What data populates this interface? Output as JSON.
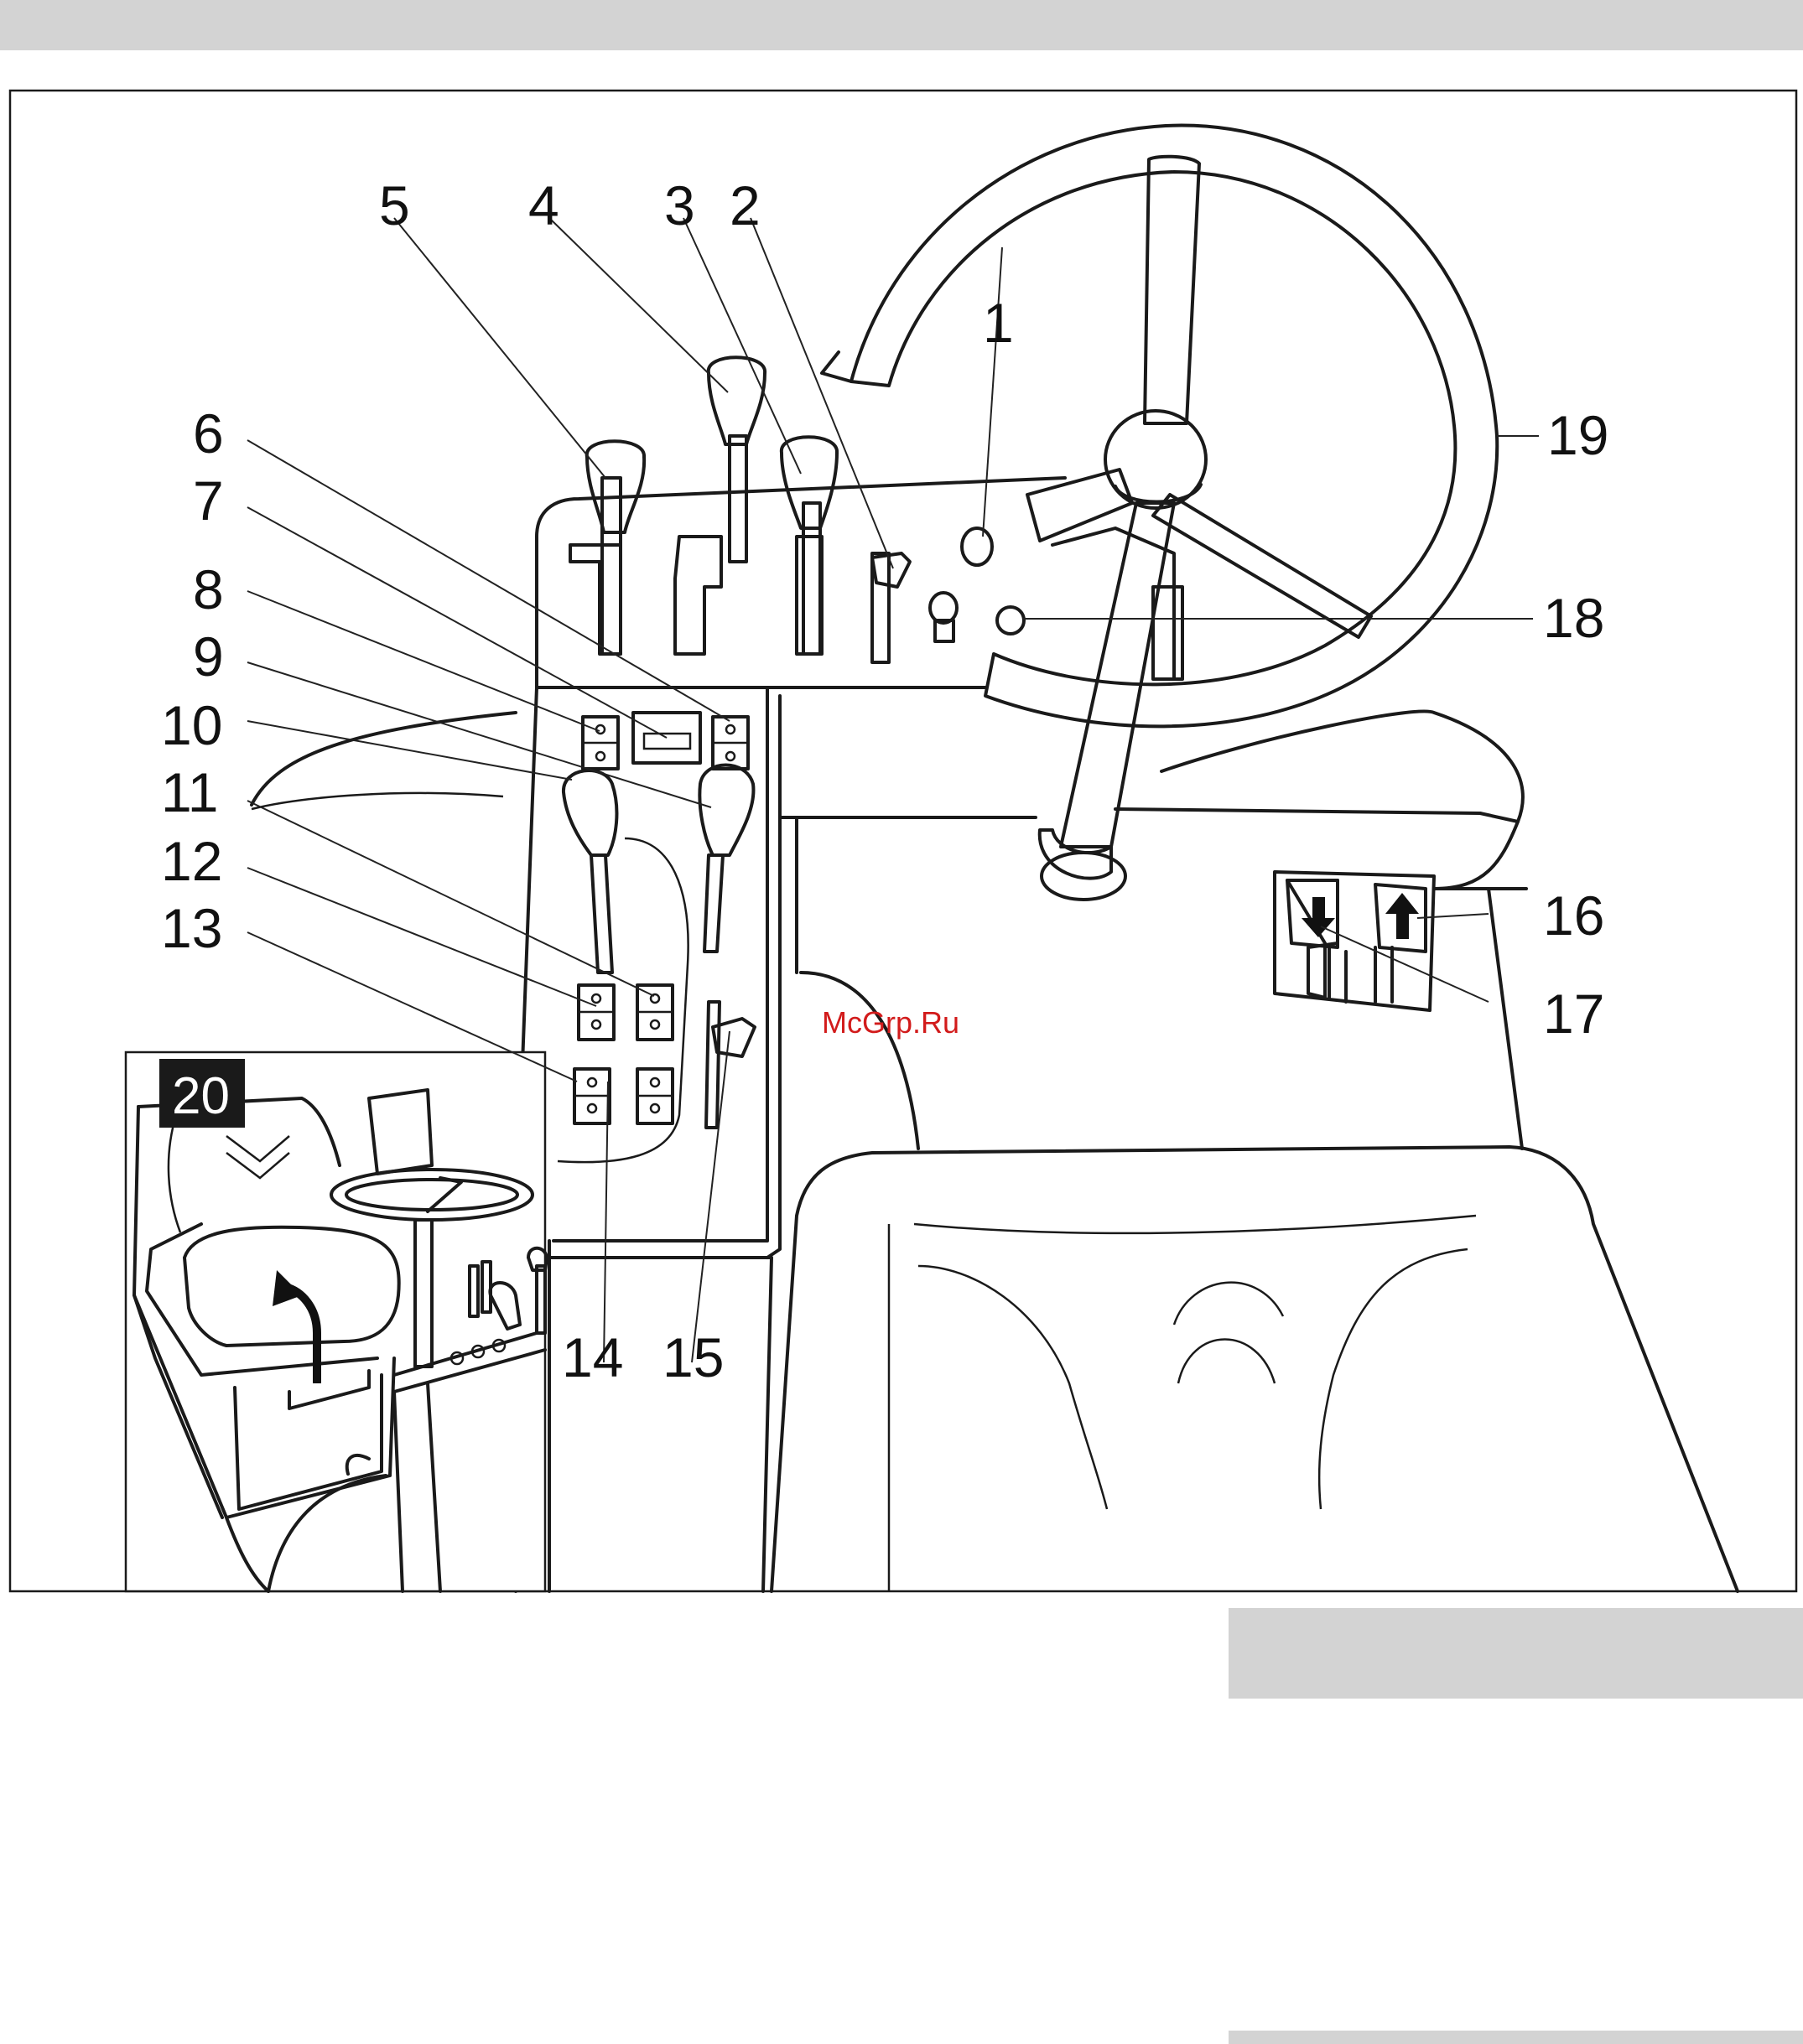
{
  "watermark": "McGrp.Ru",
  "inset": {
    "number": "20"
  },
  "callouts": [
    {
      "id": "1",
      "label": "1"
    },
    {
      "id": "2",
      "label": "2"
    },
    {
      "id": "3",
      "label": "3"
    },
    {
      "id": "4",
      "label": "4"
    },
    {
      "id": "5",
      "label": "5"
    },
    {
      "id": "6",
      "label": "6"
    },
    {
      "id": "7",
      "label": "7"
    },
    {
      "id": "8",
      "label": "8"
    },
    {
      "id": "9",
      "label": "9"
    },
    {
      "id": "10",
      "label": "10"
    },
    {
      "id": "11",
      "label": "11"
    },
    {
      "id": "12",
      "label": "12"
    },
    {
      "id": "13",
      "label": "13"
    },
    {
      "id": "14",
      "label": "14"
    },
    {
      "id": "15",
      "label": "15"
    },
    {
      "id": "16",
      "label": "16"
    },
    {
      "id": "17",
      "label": "17"
    },
    {
      "id": "18",
      "label": "18"
    },
    {
      "id": "19",
      "label": "19"
    }
  ],
  "colors": {
    "knob_grey": "#a9a9a9",
    "knob_light": "#e6e6e6",
    "lever_dark": "#5a5a5a",
    "pedal_grey": "#b5b5b5"
  }
}
